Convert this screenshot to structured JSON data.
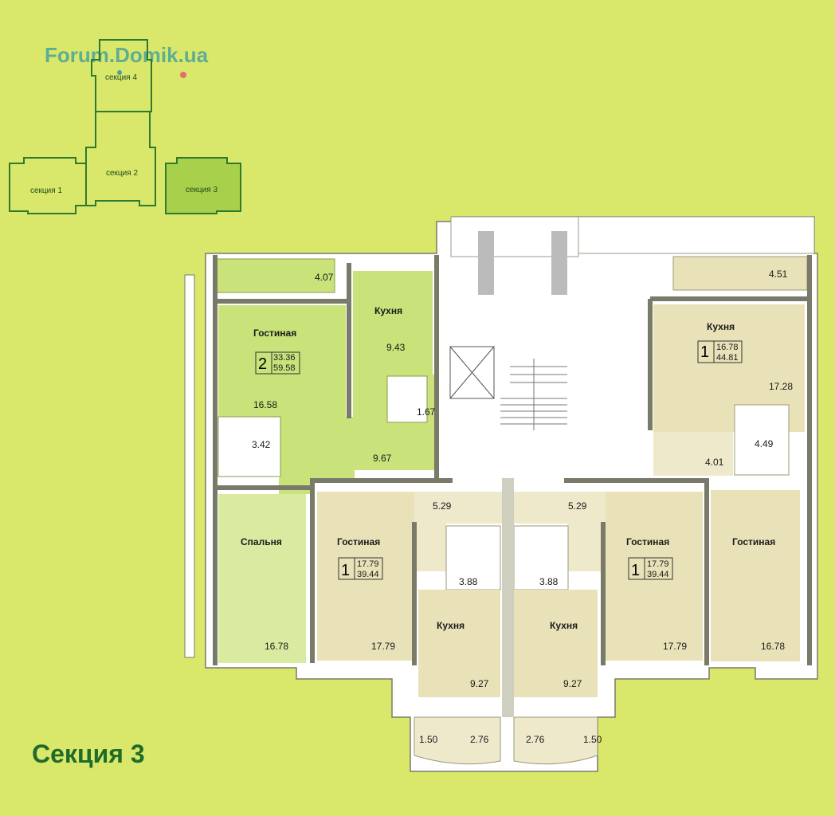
{
  "watermark": "Forum.Domik.ua",
  "section_title": "Секция 3",
  "key_map": {
    "sections": [
      "секция 4",
      "секция 2",
      "секция 1",
      "секция 3"
    ]
  },
  "rooms": {
    "balcony_left": "4.07",
    "balcony_right": "4.51",
    "living_a": "Гостиная",
    "living_a_area": "16.58",
    "apt_a_rooms": "2",
    "apt_a_living": "33.36",
    "apt_a_total": "59.58",
    "kitchen_a": "Кухня",
    "kitchen_a_area": "9.43",
    "wc_a_area": "1.67",
    "bath_a_area": "3.42",
    "hall_a_area": "9.67",
    "bedroom_a": "Спальня",
    "bedroom_a_area": "16.78",
    "kitchen_d": "Кухня",
    "apt_d_rooms": "1",
    "apt_d_living": "16.78",
    "apt_d_total": "44.81",
    "kitchen_d_area": "17.28",
    "bath_d_area": "4.49",
    "hall_d_area": "4.01",
    "living_d": "Гостиная",
    "living_d_area": "16.78",
    "living_b": "Гостиная",
    "apt_b_rooms": "1",
    "apt_b_living": "17.79",
    "apt_b_total": "39.44",
    "living_b_area": "17.79",
    "hall_b_area": "5.29",
    "bath_b_area": "3.88",
    "kitchen_b": "Кухня",
    "kitchen_b_area": "9.27",
    "loggia_b1": "1.50",
    "loggia_b2": "2.76",
    "living_c": "Гостиная",
    "apt_c_rooms": "1",
    "apt_c_living": "17.79",
    "apt_c_total": "39.44",
    "living_c_area": "17.79",
    "hall_c_area": "5.29",
    "bath_c_area": "3.88",
    "kitchen_c": "Кухня",
    "kitchen_c_area": "9.27",
    "loggia_c1": "2.76",
    "loggia_c2": "1.50"
  },
  "colors": {
    "background": "#d9e86a",
    "apt_a": "#c9e27a",
    "apt_a_light": "#d8eba0",
    "apt_beige": "#e9e2b8",
    "apt_beige_light": "#efe9cc",
    "common": "#ffffff",
    "wall": "#ffffff",
    "wall_stroke": "#7a7a6a",
    "section3_highlight": "#a9d04a"
  }
}
